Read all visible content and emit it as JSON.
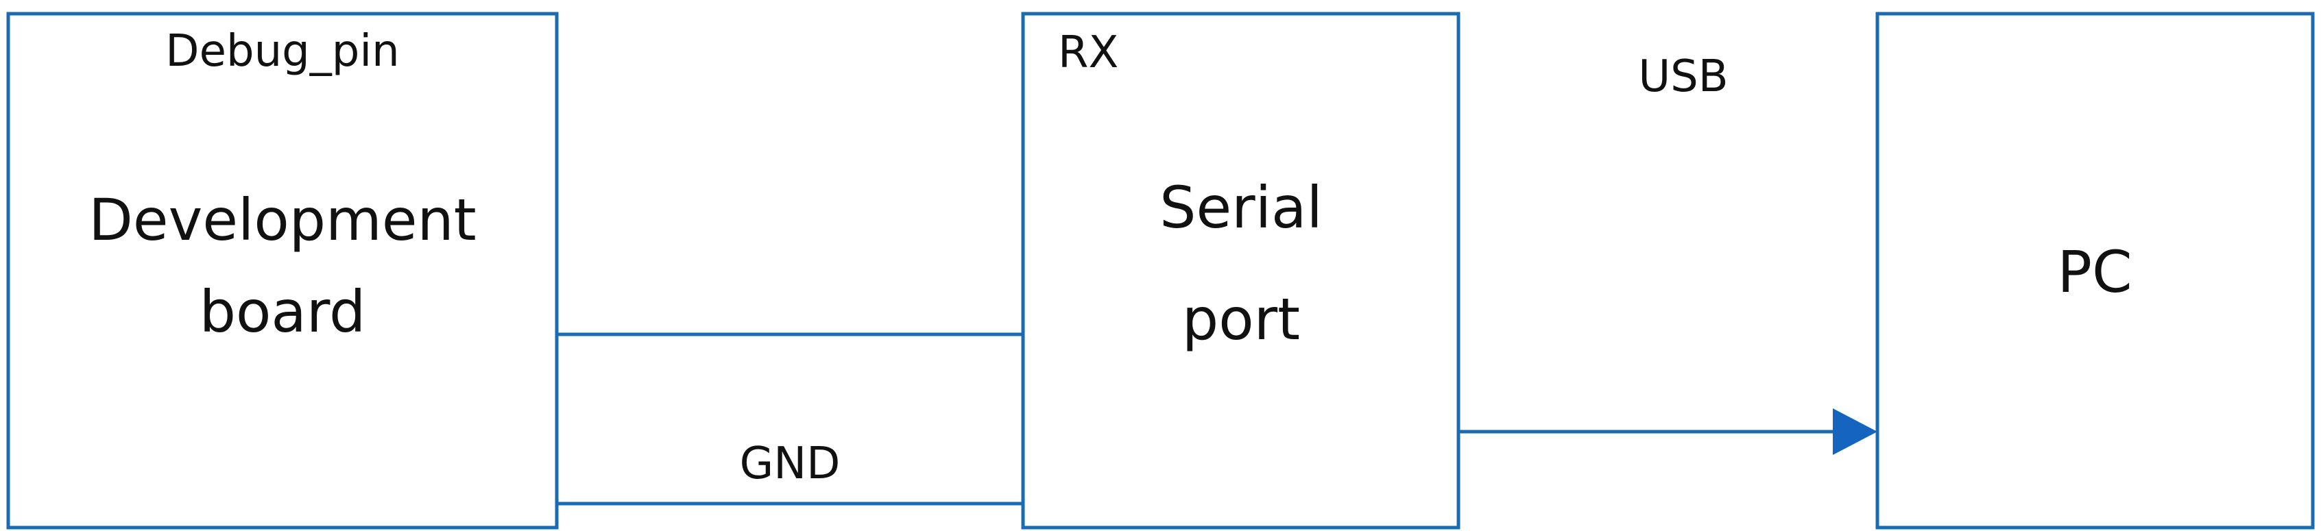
{
  "colors": {
    "box_stroke": "#1b6bb2",
    "arrow": "#1565c0",
    "background": "#ffffff"
  },
  "nodes": {
    "dev_board": {
      "pin_label": "Debug_pin",
      "title_line1": "Development",
      "title_line2": "board"
    },
    "serial_port": {
      "pin_label": "RX",
      "title_line1": "Serial",
      "title_line2": "port"
    },
    "pc": {
      "title": "PC"
    }
  },
  "connections": {
    "gnd_label": "GND",
    "usb_label": "USB"
  }
}
